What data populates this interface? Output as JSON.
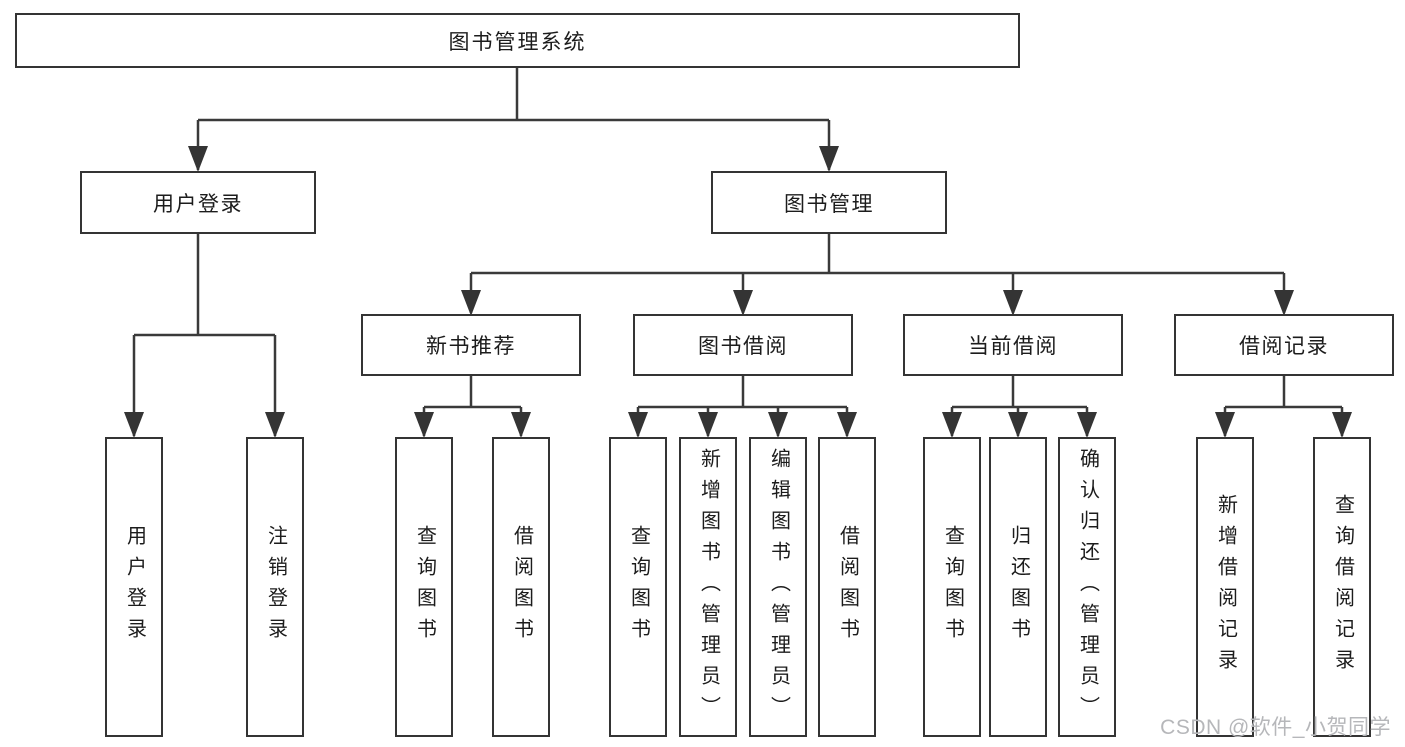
{
  "diagram": {
    "tree": {
      "label": "图书管理系统",
      "children": [
        {
          "label": "用户登录",
          "children": [
            {
              "label": "用户登录"
            },
            {
              "label": "注销登录"
            }
          ]
        },
        {
          "label": "图书管理",
          "children": [
            {
              "label": "新书推荐",
              "children": [
                {
                  "label": "查询图书"
                },
                {
                  "label": "借阅图书"
                }
              ]
            },
            {
              "label": "图书借阅",
              "children": [
                {
                  "label": "查询图书"
                },
                {
                  "label": "新增图书（管理员）"
                },
                {
                  "label": "编辑图书（管理员）"
                },
                {
                  "label": "借阅图书"
                }
              ]
            },
            {
              "label": "当前借阅",
              "children": [
                {
                  "label": "查询图书"
                },
                {
                  "label": "归还图书"
                },
                {
                  "label": "确认归还（管理员）"
                }
              ]
            },
            {
              "label": "借阅记录",
              "children": [
                {
                  "label": "新增借阅记录"
                },
                {
                  "label": "查询借阅记录"
                }
              ]
            }
          ]
        }
      ]
    },
    "watermark": {
      "text": "CSDN @软件_小贺同学"
    },
    "colors": {
      "line": "#3a3a3a",
      "box_border": "#343434",
      "text": "#1c1c1c",
      "background": "#ffffff",
      "watermark": "#b6b7ba"
    }
  }
}
